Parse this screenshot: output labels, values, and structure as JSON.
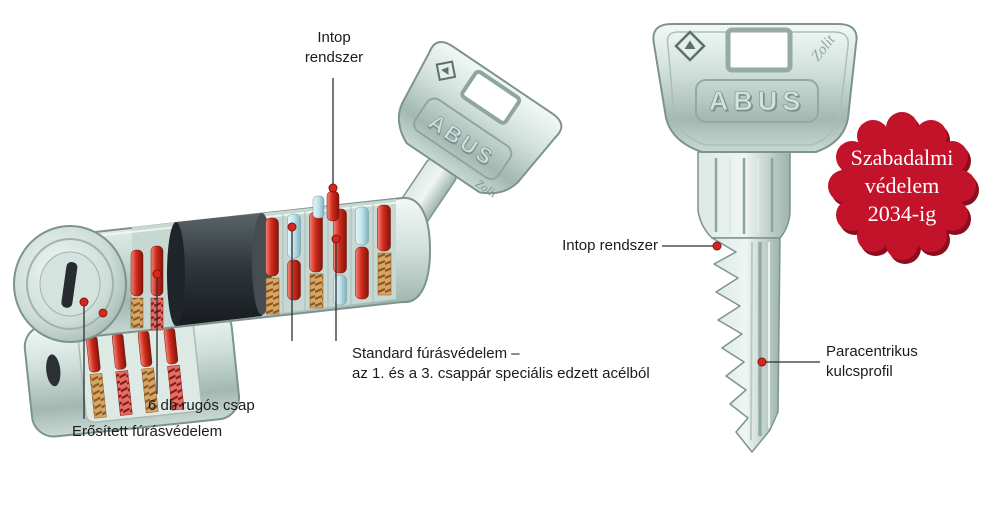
{
  "cylinder": {
    "label_intop_1": "Intop",
    "label_intop_2": "rendszer",
    "label_standard_1": "Standard fúrásvédelem –",
    "label_standard_2": "az 1. és a 3. csappár speciális edzett acélból",
    "label_springs": "6 db rugós csap",
    "label_reinforced": "Erősített fúrásvédelem",
    "brand": "ABUS",
    "series": "Zolit"
  },
  "key": {
    "label_intop": "Intop rendszer",
    "label_profile_1": "Paracentrikus",
    "label_profile_2": "kulcsprofil",
    "brand": "ABUS",
    "series": "Zolit"
  },
  "badge": {
    "line1": "Szabadalmi",
    "line2": "védelem",
    "line3": "2034-ig",
    "color": "#c3132a"
  },
  "colors": {
    "pin_red": "#d22b1c",
    "pin_cyan": "#c2e5ec",
    "spring_copper": "#c08445",
    "metal_light": "#eaf2ef",
    "metal_dark": "#8da39d",
    "leader_line": "#2e2e2e",
    "badge_shadow": "#8c0d1d"
  }
}
